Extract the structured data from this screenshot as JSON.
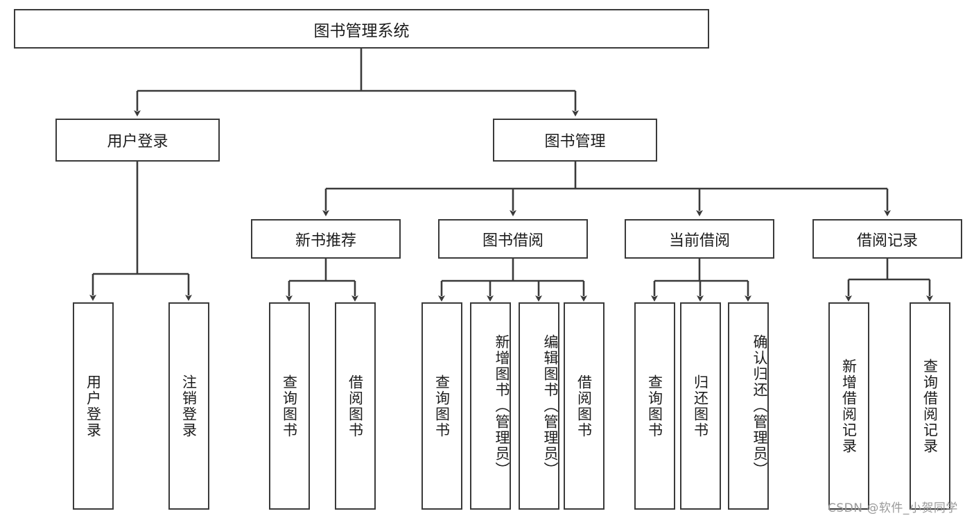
{
  "diagram": {
    "type": "tree-hierarchy-chart",
    "orientation": "top-down",
    "box_border_color": "#3a3a3a",
    "box_fill_color": "#ffffff",
    "connector_color": "#3a3a3a",
    "root": {
      "id": "root",
      "label": "图书管理系统"
    },
    "level2": [
      {
        "id": "user-login",
        "label": "用户登录"
      },
      {
        "id": "book-management",
        "label": "图书管理"
      }
    ],
    "level3": [
      {
        "id": "new-book-recommend",
        "label": "新书推荐",
        "parent": "book-management"
      },
      {
        "id": "book-borrow",
        "label": "图书借阅",
        "parent": "book-management"
      },
      {
        "id": "current-borrow",
        "label": "当前借阅",
        "parent": "book-management"
      },
      {
        "id": "borrow-record",
        "label": "借阅记录",
        "parent": "book-management"
      }
    ],
    "leaves": {
      "user_login": [
        {
          "id": "leaf-user-login",
          "label": "用户登录"
        },
        {
          "id": "leaf-logout-login",
          "label": "注销登录"
        }
      ],
      "new_book_recommend": [
        {
          "id": "leaf-query-book-1",
          "label": "查询图书"
        },
        {
          "id": "leaf-borrow-book-1",
          "label": "借阅图书"
        }
      ],
      "book_borrow": [
        {
          "id": "leaf-query-book-2",
          "label": "查询图书"
        },
        {
          "id": "leaf-add-book-admin",
          "label": "新增图书（管理员）"
        },
        {
          "id": "leaf-edit-book-admin",
          "label": "编辑图书（管理员）"
        },
        {
          "id": "leaf-borrow-book-2",
          "label": "借阅图书"
        }
      ],
      "current_borrow": [
        {
          "id": "leaf-query-book-3",
          "label": "查询图书"
        },
        {
          "id": "leaf-return-book",
          "label": "归还图书"
        },
        {
          "id": "leaf-confirm-return-admin",
          "label": "确认归还（管理员）"
        }
      ],
      "borrow_record": [
        {
          "id": "leaf-add-borrow-record",
          "label": "新增借阅记录"
        },
        {
          "id": "leaf-query-borrow-record",
          "label": "查询借阅记录"
        }
      ]
    }
  },
  "watermark": {
    "text": "CSDN @软件_小贺同学",
    "color": "#9a9a9a"
  }
}
